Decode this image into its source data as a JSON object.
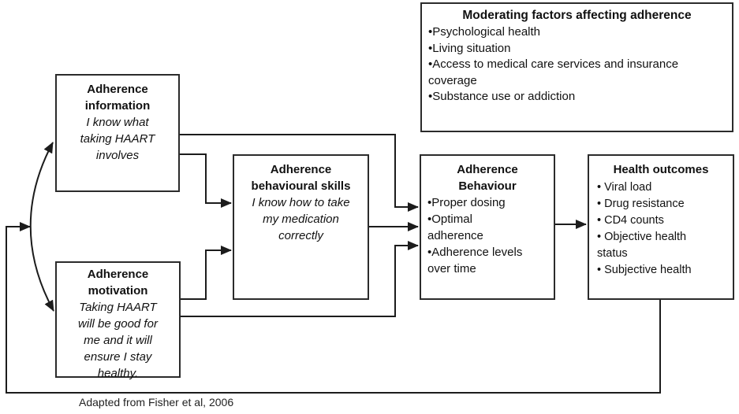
{
  "moderating": {
    "title": "Moderating factors affecting adherence",
    "items": [
      "•Psychological health",
      "•Living situation",
      "•Access to medical care services and insurance coverage",
      "•Substance use or addiction"
    ]
  },
  "information": {
    "title": "Adherence information",
    "subtitle": "I know what taking HAART involves"
  },
  "motivation": {
    "title": "Adherence motivation",
    "subtitle": "Taking HAART will be good for me and it will ensure I stay healthy."
  },
  "skills": {
    "title": "Adherence behavioural skills",
    "subtitle": "I know how to take my medication correctly"
  },
  "behaviour": {
    "title": "Adherence Behaviour",
    "items": [
      "•Proper dosing",
      "•Optimal adherence",
      "•Adherence levels over time"
    ]
  },
  "outcomes": {
    "title": "Health outcomes",
    "items": [
      "• Viral load",
      "• Drug resistance",
      "• CD4 counts",
      "• Objective health status",
      "• Subjective health"
    ]
  },
  "caption": "Adapted from Fisher et al, 2006",
  "connections": [
    {
      "from": "adherence-information",
      "to": "adherence-behavioural-skills",
      "type": "arrow"
    },
    {
      "from": "adherence-information",
      "to": "adherence-behaviour",
      "type": "arrow"
    },
    {
      "from": "adherence-motivation",
      "to": "adherence-behavioural-skills",
      "type": "arrow"
    },
    {
      "from": "adherence-motivation",
      "to": "adherence-behaviour",
      "type": "arrow"
    },
    {
      "from": "adherence-behavioural-skills",
      "to": "adherence-behaviour",
      "type": "arrow"
    },
    {
      "from": "adherence-behaviour",
      "to": "health-outcomes",
      "type": "arrow"
    },
    {
      "from": "health-outcomes",
      "to": "information-motivation-link",
      "type": "feedback-arrow"
    },
    {
      "from": "adherence-information",
      "to": "adherence-motivation",
      "type": "double-headed-curve"
    }
  ],
  "colors": {
    "line": "#1c1c1c",
    "border": "#2b2b2b",
    "background": "#ffffff",
    "text": "#111111"
  }
}
